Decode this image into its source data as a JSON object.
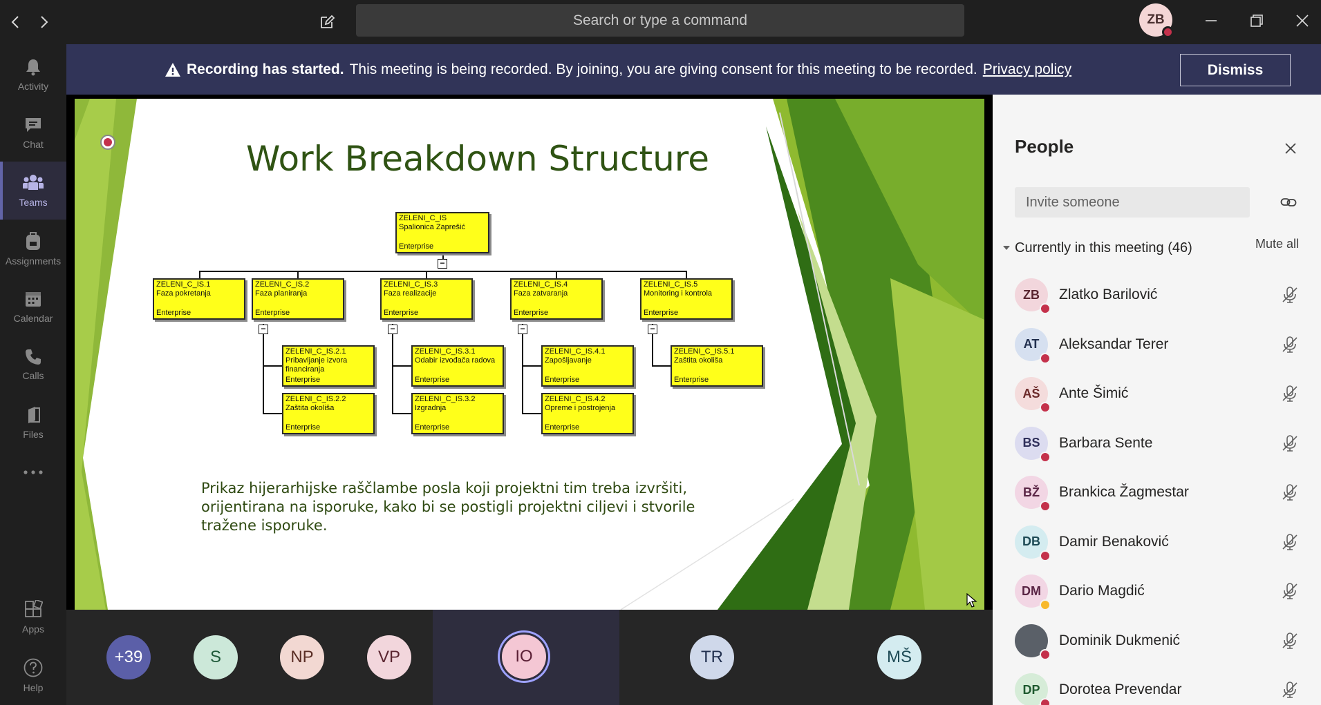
{
  "titlebar": {
    "search_placeholder": "Search or type a command",
    "me_initials": "ZB"
  },
  "rail": [
    {
      "label": "Activity",
      "icon": "bell-icon",
      "active": false
    },
    {
      "label": "Chat",
      "icon": "chat-icon",
      "active": false
    },
    {
      "label": "Teams",
      "icon": "teams-icon",
      "active": true
    },
    {
      "label": "Assignments",
      "icon": "backpack-icon",
      "active": false
    },
    {
      "label": "Calendar",
      "icon": "calendar-icon",
      "active": false
    },
    {
      "label": "Calls",
      "icon": "phone-icon",
      "active": false
    },
    {
      "label": "Files",
      "icon": "files-icon",
      "active": false
    },
    {
      "label": "Apps",
      "icon": "apps-icon",
      "active": false
    },
    {
      "label": "Help",
      "icon": "help-icon",
      "active": false
    }
  ],
  "banner": {
    "bold": "Recording has started.",
    "text": "This meeting is being recorded. By joining, you are giving consent for this meeting to be recorded.",
    "link": "Privacy policy",
    "dismiss": "Dismiss"
  },
  "slide": {
    "title": "Work Breakdown Structure",
    "body": "Prikaz hijerarhijske raščlambe posla koji projektni tim treba izvršiti, orijentirana na isporuke, kako bi se postigli projektni ciljevi i stvorile tražene isporuke.",
    "wbs": {
      "root": {
        "code": "ZELENI_C_IS",
        "name": "Spalionica Zaprešić",
        "tag": "Enterprise"
      },
      "phases": [
        {
          "code": "ZELENI_C_IS.1",
          "name": "Faza pokretanja",
          "tag": "Enterprise"
        },
        {
          "code": "ZELENI_C_IS.2",
          "name": "Faza planiranja",
          "tag": "Enterprise"
        },
        {
          "code": "ZELENI_C_IS.3",
          "name": "Faza realizacije",
          "tag": "Enterprise"
        },
        {
          "code": "ZELENI_C_IS.4",
          "name": "Faza zatvaranja",
          "tag": "Enterprise"
        },
        {
          "code": "ZELENI_C_IS.5",
          "name": "Monitoring i kontrola",
          "tag": "Enterprise"
        }
      ],
      "children": [
        {
          "code": "ZELENI_C_IS.2.1",
          "name": "Pribavljanje izvora financiranja",
          "tag": "Enterprise"
        },
        {
          "code": "ZELENI_C_IS.2.2",
          "name": "Zaštita okoliša",
          "tag": "Enterprise"
        },
        {
          "code": "ZELENI_C_IS.3.1",
          "name": "Odabir izvođača radova",
          "tag": "Enterprise"
        },
        {
          "code": "ZELENI_C_IS.3.2",
          "name": "Izgradnja",
          "tag": "Enterprise"
        },
        {
          "code": "ZELENI_C_IS.4.1",
          "name": "Zapošljavanje",
          "tag": "Enterprise"
        },
        {
          "code": "ZELENI_C_IS.4.2",
          "name": "Opreme i postrojenja",
          "tag": "Enterprise"
        },
        {
          "code": "ZELENI_C_IS.5.1",
          "name": "Zaštita okoliša",
          "tag": "Enterprise"
        }
      ]
    }
  },
  "strip": [
    {
      "initials": "+39",
      "color": "#5b5fa8",
      "text_color": "#ffffff"
    },
    {
      "initials": "S",
      "color": "#cce8d9",
      "text_color": "#1f5a3a"
    },
    {
      "initials": "NP",
      "color": "#f2d8d2",
      "text_color": "#5a2e25"
    },
    {
      "initials": "VP",
      "color": "#f2d6dc",
      "text_color": "#5a2530"
    },
    {
      "initials": "IO",
      "color": "#f4c7d4",
      "text_color": "#5a1f35"
    },
    {
      "initials": "TR",
      "color": "#cfd8ea",
      "text_color": "#22304f"
    },
    {
      "initials": "MŠ",
      "color": "#d4ecf0",
      "text_color": "#1d4a55"
    }
  ],
  "panel": {
    "title": "People",
    "invite_placeholder": "Invite someone",
    "section": "Currently in this meeting (46)",
    "mute_all": "Mute all",
    "people": [
      {
        "initials": "ZB",
        "name": "Zlatko Barilović",
        "bg": "#f2d6dc",
        "fg": "#5a2530",
        "status": "#c4314b"
      },
      {
        "initials": "AT",
        "name": "Aleksandar Terer",
        "bg": "#d6e0f0",
        "fg": "#22304f",
        "status": "#c4314b"
      },
      {
        "initials": "AŠ",
        "name": "Ante Šimić",
        "bg": "#f4dcdc",
        "fg": "#6b2a2a",
        "status": "#c4314b"
      },
      {
        "initials": "BS",
        "name": "Barbara Sente",
        "bg": "#dcdcf0",
        "fg": "#2f2f5a",
        "status": "#c4314b"
      },
      {
        "initials": "BŽ",
        "name": "Brankica Žagmestar",
        "bg": "#f2d6e4",
        "fg": "#5a2545",
        "status": "#c4314b"
      },
      {
        "initials": "DB",
        "name": "Damir Benaković",
        "bg": "#d4ecf0",
        "fg": "#1d4a55",
        "status": "#c4314b"
      },
      {
        "initials": "DM",
        "name": "Dario Magdić",
        "bg": "#f2d6e4",
        "fg": "#5a2545",
        "status": "#f8b92d"
      },
      {
        "initials": "",
        "name": "Dominik Dukmenić",
        "bg": "#5a6068",
        "fg": "#ffffff",
        "status": "#c4314b"
      },
      {
        "initials": "DP",
        "name": "Dorotea Prevendar",
        "bg": "#d6ecd8",
        "fg": "#1f5a30",
        "status": "#c4314b"
      }
    ]
  }
}
